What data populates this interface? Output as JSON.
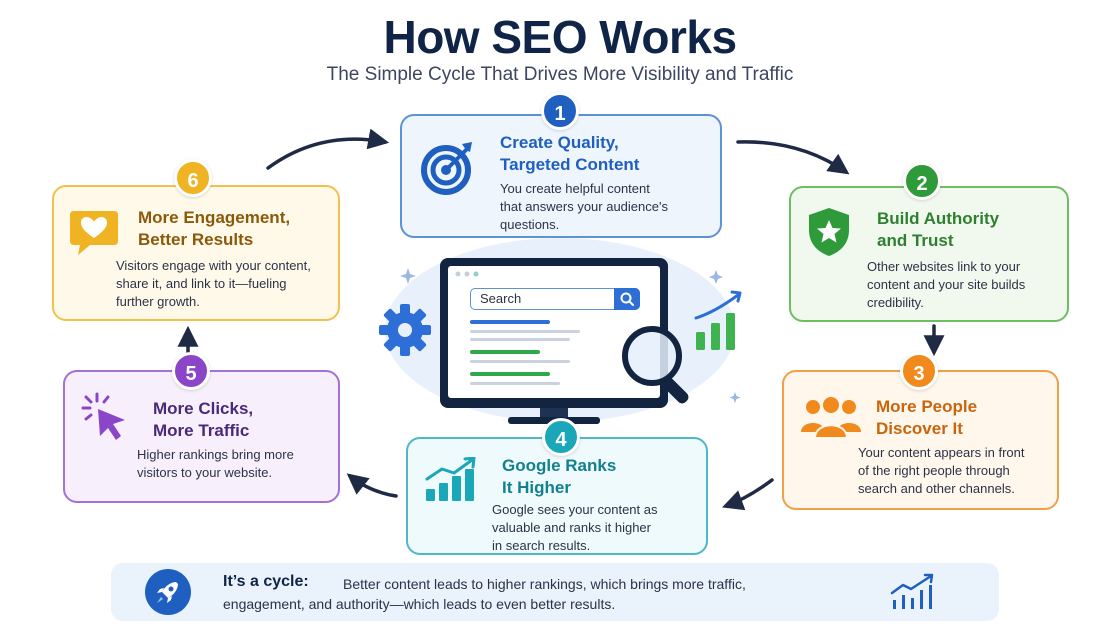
{
  "header": {
    "title": "How SEO Works",
    "subtitle": "The Simple Cycle That Drives More Visibility and Traffic"
  },
  "steps": [
    {
      "number": "1",
      "title_line1": "Create Quality,",
      "title_line2": "Targeted Content",
      "desc_lines": [
        "You create helpful content",
        "that answers your audience's",
        "questions."
      ],
      "color": "#1f5fbf",
      "icon": "target-icon"
    },
    {
      "number": "2",
      "title_line1": "Build Authority",
      "title_line2": "and Trust",
      "desc_lines": [
        "Other websites link to your",
        "content and your site builds",
        "credibility."
      ],
      "color": "#2f9a3a",
      "icon": "shield-star-icon"
    },
    {
      "number": "3",
      "title_line1": "More People",
      "title_line2": "Discover It",
      "desc_lines": [
        "Your content appears in front",
        "of the right people through",
        "search and other channels."
      ],
      "color": "#f08a1c",
      "icon": "people-icon"
    },
    {
      "number": "4",
      "title_line1": "Google Ranks",
      "title_line2": "It Higher",
      "desc_lines": [
        "Google sees your content as",
        "valuable and ranks it higher",
        "in search results."
      ],
      "color": "#1aa7b8",
      "icon": "bar-chart-up-icon"
    },
    {
      "number": "5",
      "title_line1": "More Clicks,",
      "title_line2": "More Traffic",
      "desc_lines": [
        "Higher rankings bring more",
        "visitors to your website."
      ],
      "color": "#8a45c8",
      "icon": "cursor-click-icon"
    },
    {
      "number": "6",
      "title_line1": "More Engagement,",
      "title_line2": "Better Results",
      "desc_lines": [
        "Visitors engage with your content,",
        "share it, and link to it—fueling",
        "further growth."
      ],
      "color": "#f0b323",
      "icon": "heart-chat-icon"
    }
  ],
  "center": {
    "search_placeholder": "Search"
  },
  "footer": {
    "label": "It’s a cycle:",
    "text_line1": "Better content leads to higher rankings, which brings more traffic,",
    "text_line2": "engagement, and authority—which leads to even better results."
  },
  "colors": {
    "navy": "#0f2447",
    "blue": "#1f5fbf",
    "green": "#2f9a3a",
    "orange": "#f08a1c",
    "teal": "#1aa7b8",
    "purple": "#8a45c8",
    "yellow": "#f0b323"
  }
}
